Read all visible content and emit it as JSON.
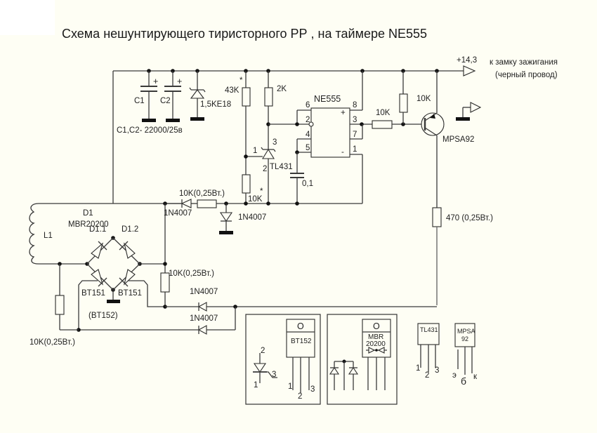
{
  "title": "Схема нешунтирующего тиристорного  РР , на таймере NE555",
  "supply": {
    "voltage": "+14,3",
    "destination_line1": "к замку зажигания",
    "destination_line2": "(черный провод)"
  },
  "components": {
    "c1": "C1",
    "c2": "C2",
    "c_plus": "+",
    "caps_value": "C1,C2- 22000/25в",
    "tvs": "1,5KE18",
    "r_43k": "43K",
    "r_43k_star": "*",
    "r_2k": "2K",
    "ne555": "NE555",
    "ne555_pins": {
      "p6": "6",
      "p2": "2",
      "p4": "4",
      "p5": "5",
      "p8": "8",
      "p3": "3",
      "p7": "7",
      "p1": "1",
      "plus": "+",
      "minus": "-"
    },
    "r_10k_base": "10K",
    "r_10k_pullup": "10K",
    "transistor": "MPSA92",
    "tl431": "TL431",
    "tl431_pin1": "1",
    "tl431_pin2": "2",
    "tl431_pin3": "3",
    "r_10k_low": "10K",
    "r_10k_low_star": "*",
    "cap_01": "0,1",
    "r_10k_025_top": "10K(0,25Вт.)",
    "diode_1n4007_a": "1N4007",
    "diode_1n4007_b": "1N4007",
    "r_470": "470 (0,25Вт.)",
    "d1": "D1",
    "d1_part": "MBR20200",
    "l1": "L1",
    "d11": "D1.1",
    "d12": "D1.2",
    "bt151_left": "BT151",
    "bt151_right": "BT151",
    "bt152": "(BT152)",
    "r_10k_025_mid": "10K(0,25Вт.)",
    "diode_1n4007_c": "1N4007",
    "diode_1n4007_d": "1N4007",
    "r_10k_025_left": "10K(0,25Вт.)"
  },
  "pinouts": {
    "thyristor_pin1": "1",
    "thyristor_pin2": "2",
    "thyristor_pin3": "3",
    "bt152_label": "BT152",
    "bt152_tab": "O",
    "bt152_leg1": "1",
    "bt152_leg2": "2",
    "bt152_leg3": "3",
    "mbr_tab": "O",
    "mbr_line1": "MBR",
    "mbr_line2": "20200",
    "tl431_label": "TL431",
    "tl431_leg1": "1",
    "tl431_leg2": "2",
    "tl431_leg3": "3",
    "mpsa_line1": "MPSA",
    "mpsa_line2": "92",
    "mpsa_e": "э",
    "mpsa_b": "б",
    "mpsa_c": "к"
  }
}
